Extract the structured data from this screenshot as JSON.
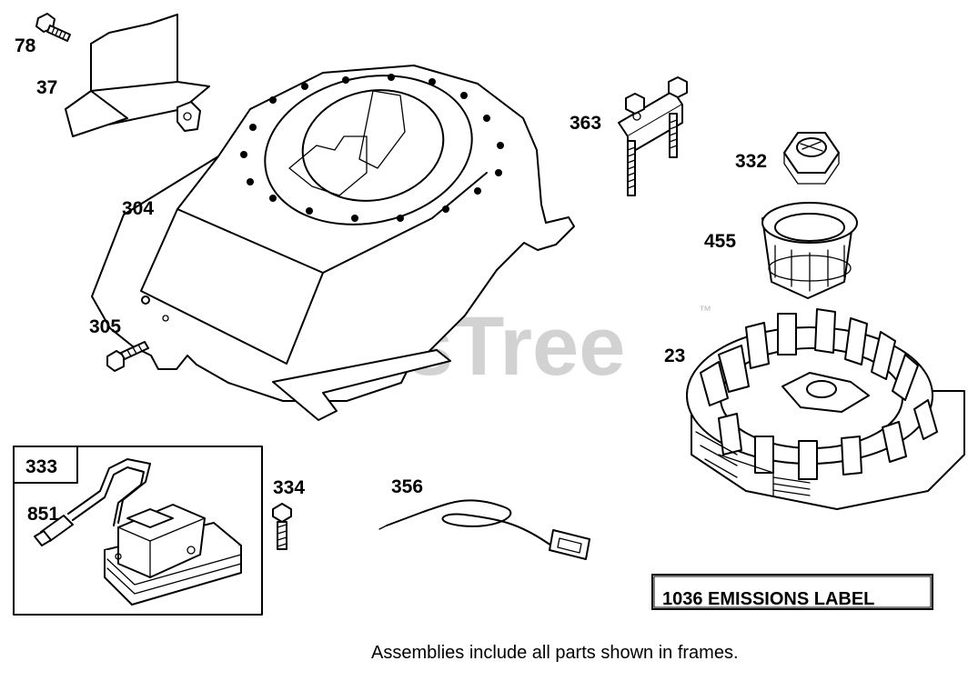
{
  "watermark": {
    "text": "PartsTree",
    "trademark": "™"
  },
  "callouts": {
    "p78": "78",
    "p37": "37",
    "p304": "304",
    "p305": "305",
    "p363": "363",
    "p332": "332",
    "p455": "455",
    "p23": "23",
    "p333": "333",
    "p851": "851",
    "p334": "334",
    "p356": "356"
  },
  "emissions_label": "1036 EMISSIONS LABEL",
  "footer_note": "Assemblies include all parts shown in frames."
}
